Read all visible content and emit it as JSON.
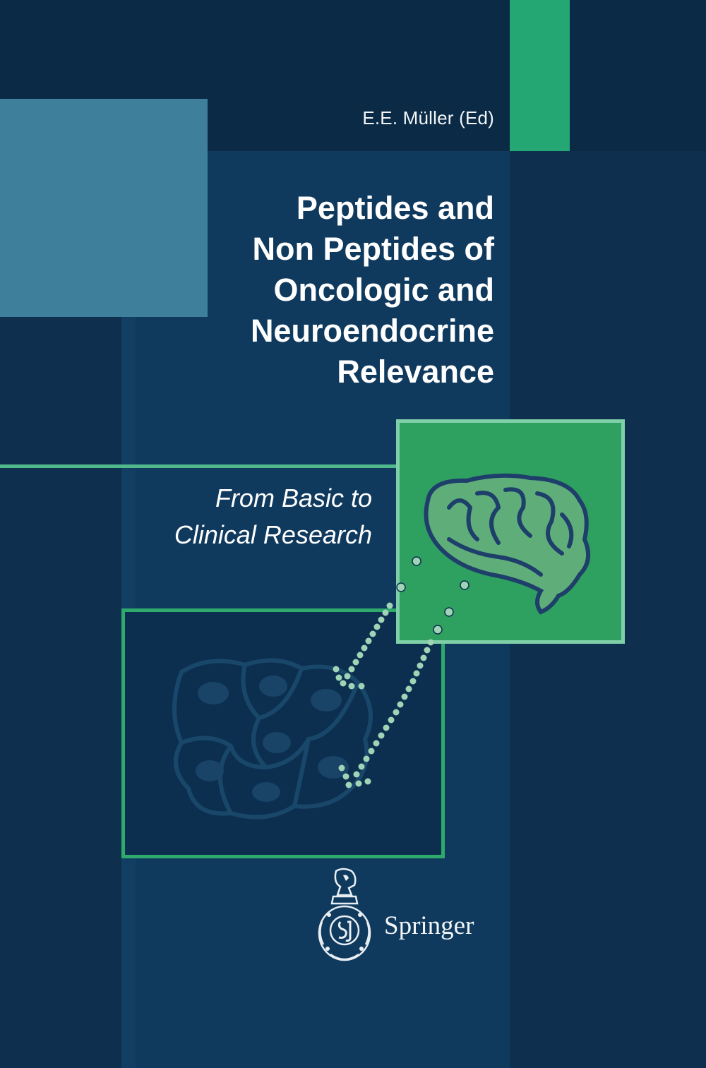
{
  "cover": {
    "editor": "E.E. Müller (Ed)",
    "title_lines": [
      "Peptides and",
      "Non Peptides of",
      "Oncologic and",
      "Neuroendocrine",
      "Relevance"
    ],
    "subtitle_lines": [
      "From Basic to",
      "Clinical Research"
    ],
    "publisher": "Springer"
  },
  "colors": {
    "background": "#0e2f4e",
    "center_column": "#123e63",
    "blue_block": "#3e7f9c",
    "green_accent": "#25a774",
    "brain_panel": "#2ea060",
    "frame_light_green": "#7fcfa8",
    "text": "#ffffff"
  },
  "icons": {
    "brain_illustration": "brain-icon",
    "cell_illustration": "cell-cluster-icon",
    "publisher_logo": "springer-horse-logo-icon"
  }
}
